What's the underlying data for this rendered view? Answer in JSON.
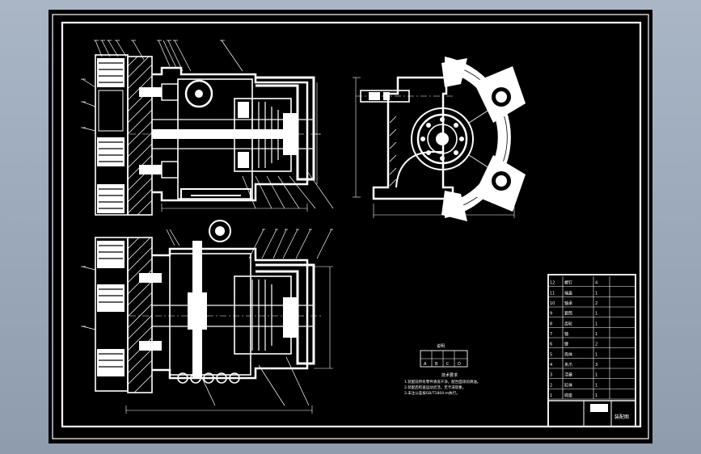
{
  "drawing": {
    "background_color": "#000000",
    "line_color": "#ffffff",
    "frame_color": "#ffffff",
    "app_background": "#9aa7b8"
  },
  "notes": {
    "heading": "技术要求",
    "lines": [
      "1.装配前所有零件清洗干净，配合面涂润滑油。",
      "2.装配后检查运动灵活，无卡滞现象。",
      "3.未注公差按GB/T1804-m执行。"
    ]
  },
  "small_table": {
    "title": "说明",
    "cells": [
      "A",
      "B",
      "C",
      "D"
    ]
  },
  "title_block": {
    "drawing_title": "装配图",
    "rows": [
      [
        "12",
        "螺钉",
        "4"
      ],
      [
        "11",
        "端盖",
        "1"
      ],
      [
        "10",
        "轴承",
        "2"
      ],
      [
        "9",
        "套筒",
        "1"
      ],
      [
        "8",
        "齿轮",
        "1"
      ],
      [
        "7",
        "轴",
        "1"
      ],
      [
        "6",
        "键",
        "2"
      ],
      [
        "5",
        "壳体",
        "1"
      ],
      [
        "4",
        "夹爪",
        "3"
      ],
      [
        "3",
        "活塞",
        "1"
      ],
      [
        "2",
        "缸体",
        "1"
      ],
      [
        "1",
        "底座",
        "1"
      ]
    ]
  }
}
